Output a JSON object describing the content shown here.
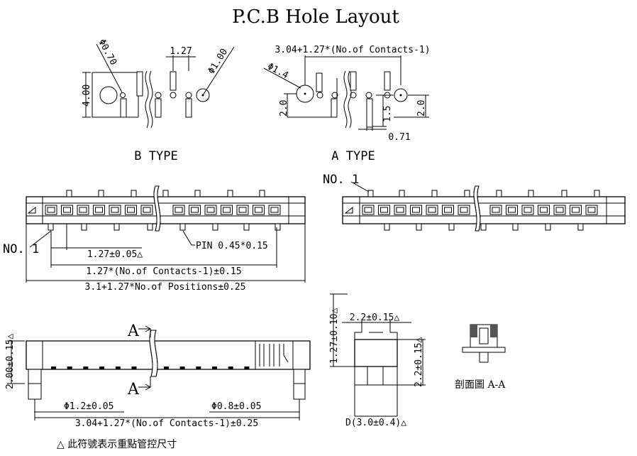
{
  "title": "P.C.B Hole Layout",
  "b_type": {
    "label": "B TYPE",
    "dia_pin": "Φ0.70",
    "pitch": "1.27",
    "dia_hole": "Φ1.00",
    "height": "4.00"
  },
  "a_type": {
    "label": "A TYPE",
    "span": "3.04+1.27*(No.of Contacts-1)",
    "dia_hole": "Φ1.4",
    "dim_left": "2.0",
    "dim_mid": "1.5",
    "dim_right": "2.0",
    "dim_bottom": "0.71"
  },
  "top_view": {
    "no1_left": "NO. 1",
    "no1_right": "NO. 1",
    "pitch_tol": "1.27±0.05△",
    "pin": "PIN 0.45*0.15",
    "span_contacts": "1.27*(No.of Contacts-1)±0.15",
    "span_positions": "3.1+1.27*No.of Positions±0.25"
  },
  "side_view": {
    "h_total": "2.00±0.15△",
    "section_a_top": "A",
    "section_a_bottom": "A",
    "dia_left": "Φ1.2±0.05",
    "dia_right": "Φ0.8±0.05",
    "span": "3.04+1.27*(No.of Contacts-1)±0.25"
  },
  "end_view": {
    "width_top": "2.2±0.15△",
    "height_left": "1.27±0.10△",
    "height_right": "2.2±0.15△",
    "d_bottom": "D(3.0±0.4)△"
  },
  "section": {
    "label": "剖面圖 A-A"
  },
  "footnote": "△ 此符號表示重點管控尺寸"
}
